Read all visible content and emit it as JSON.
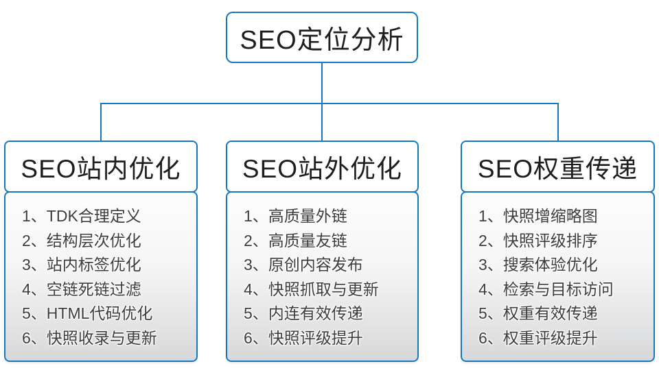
{
  "diagram": {
    "root": {
      "title": "SEO定位分析"
    },
    "columns": [
      {
        "title": "SEO站内优化",
        "items": [
          "1、TDK合理定义",
          "2、结构层次优化",
          "3、站内标签优化",
          "4、空链死链过滤",
          "5、HTML代码优化",
          "6、快照收录与更新"
        ]
      },
      {
        "title": "SEO站外优化",
        "items": [
          "1、高质量外链",
          "2、高质量友链",
          "3、原创内容发布",
          "4、快照抓取与更新",
          "5、内连有效传递",
          "6、快照评级提升"
        ]
      },
      {
        "title": "SEO权重传递",
        "items": [
          "1、快照增缩略图",
          "2、快照评级排序",
          "3、搜索体验优化",
          "4、检索与目标访问",
          "5、权重有效传递",
          "6、权重评级提升"
        ]
      }
    ],
    "colors": {
      "line_blue": "#1777BD",
      "header_text": "#1e1e1e",
      "item_text": "#3c3c3c",
      "panel_gradient_top": "#fdfdfd",
      "panel_gradient_bottom": "#d7d8d9"
    }
  }
}
